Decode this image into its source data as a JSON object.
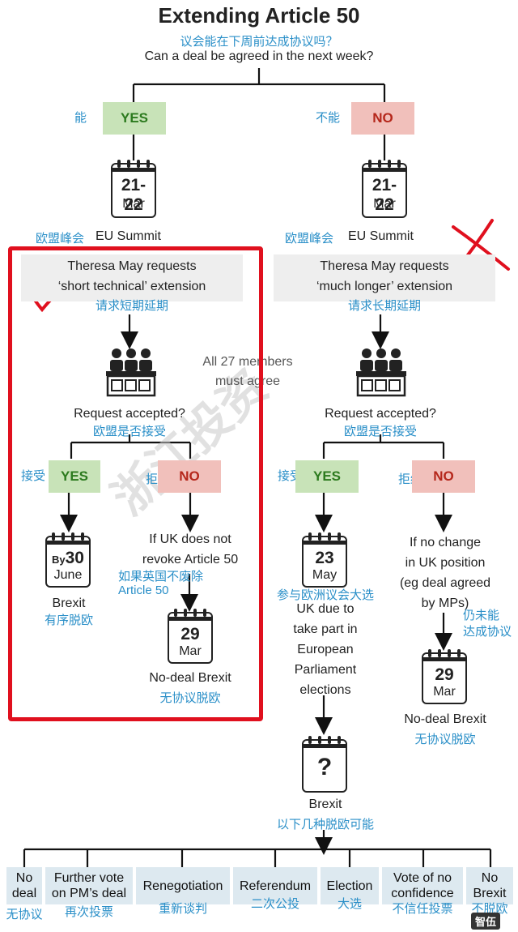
{
  "title": "Extending Article 50",
  "question_cn": "议会能在下周前达成协议吗？",
  "question_en": "Can a deal be agreed in the next week?",
  "left": {
    "yes_cn": "能",
    "yes": "YES",
    "cal": {
      "day": "21-22",
      "month": "Mar"
    },
    "summit_cn": "欧盟峰会",
    "summit_en": "EU Summit",
    "request_line1": "Theresa May requests",
    "request_line2": "‘short technical’ extension",
    "request_cn": "请求短期延期",
    "note_line1": "All 27 members",
    "note_line2": "must agree",
    "accepted_en": "Request accepted?",
    "accepted_cn": "欧盟是否接受",
    "accept_cn": "接受",
    "accept_yes": "YES",
    "reject_cn": "拒绝",
    "reject_no": "NO",
    "cal_yes": {
      "prefix": "By",
      "day": "30",
      "month": "June"
    },
    "brexit_en": "Brexit",
    "brexit_cn": "有序脱欧",
    "revoke_line1": "If UK does not",
    "revoke_line2": "revoke Article 50",
    "revoke_cn1": "如果英国不废除",
    "revoke_cn2": "Article 50",
    "cal_no": {
      "day": "29",
      "month": "Mar"
    },
    "nodeal_en": "No-deal Brexit",
    "nodeal_cn": "无协议脱欧"
  },
  "right": {
    "no_cn": "不能",
    "no": "NO",
    "cal": {
      "day": "21-22",
      "month": "Mar"
    },
    "summit_cn": "欧盟峰会",
    "summit_en": "EU Summit",
    "request_line1": "Theresa May requests",
    "request_line2": "‘much longer’ extension",
    "request_cn": "请求长期延期",
    "accepted_en": "Request accepted?",
    "accepted_cn": "欧盟是否接受",
    "accept_cn": "接受",
    "accept_yes": "YES",
    "reject_cn": "拒绝",
    "reject_no": "NO",
    "cal_yes": {
      "day": "23",
      "month": "May"
    },
    "eu_elect_cn": "参与欧洲议会大选",
    "eu_elect_lines": [
      "UK due to",
      "take part in",
      "European",
      "Parliament",
      "elections"
    ],
    "cal_q": {
      "day": "?"
    },
    "brexit_en": "Brexit",
    "brexit_cn": "以下几种脱欧可能",
    "nochange_lines": [
      "If no change",
      "in UK position",
      "(eg deal agreed",
      "by MPs)"
    ],
    "nochange_cn1": "仍未能",
    "nochange_cn2": "达成协议",
    "cal_no": {
      "day": "29",
      "month": "Mar"
    },
    "nodeal_en": "No-deal Brexit",
    "nodeal_cn": "无协议脱欧"
  },
  "outcomes": [
    {
      "en1": "No",
      "en2": "deal",
      "cn": "无协议"
    },
    {
      "en1": "Further vote",
      "en2": "on PM’s deal",
      "cn": "再次投票"
    },
    {
      "en1": "Renegotiation",
      "en2": "",
      "cn": "重新谈判"
    },
    {
      "en1": "Referendum",
      "en2": "",
      "cn": "二次公投"
    },
    {
      "en1": "Election",
      "en2": "",
      "cn": "大选"
    },
    {
      "en1": "Vote of no",
      "en2": "confidence",
      "cn": "不信任投票"
    },
    {
      "en1": "No",
      "en2": "Brexit",
      "cn": "不脱欧"
    }
  ],
  "watermark": "浙江投资",
  "corner_logo": "智伍",
  "colors": {
    "yes_bg": "#c8e3b8",
    "no_bg": "#f1c0bb",
    "chinese_text": "#2a8fc8",
    "frame": "#e0101e",
    "box_bg": "#dde9f0"
  }
}
